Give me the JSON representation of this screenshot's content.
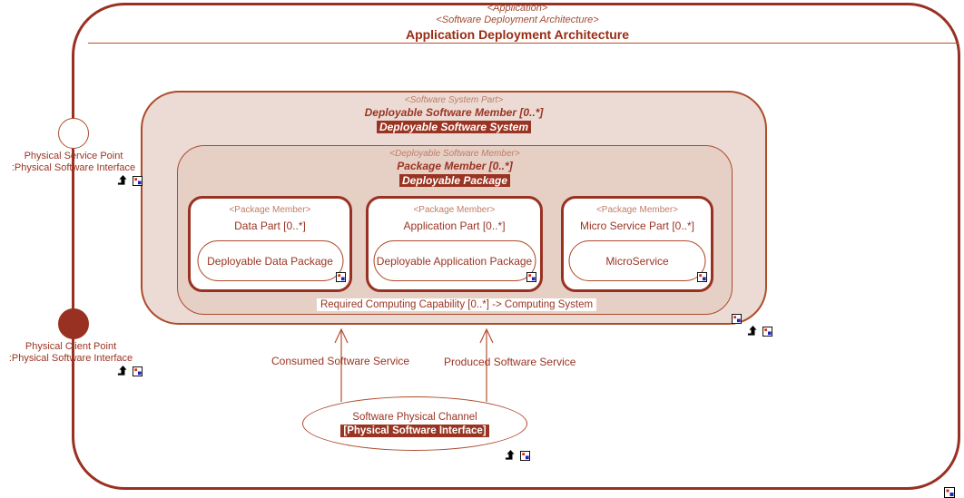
{
  "colors": {
    "dark_red": "#993122",
    "mid_red": "#ad4c2b",
    "stereotype_red": "#bd7e68",
    "system_fill": "#ecdbd4",
    "package_fill": "#e6cfc5",
    "chip_bg": "#9a3422"
  },
  "frame": {
    "stereotype1": "<Application>",
    "stereotype2": "<Software Deployment Architecture>",
    "title": "Application Deployment Architecture"
  },
  "service_point": {
    "line1": "Physical Service Point",
    "line2": ":Physical Software Interface"
  },
  "client_point": {
    "line1": "Physical Client Point",
    "line2": ":Physical Software Interface"
  },
  "system": {
    "stereotype": "<Software System Part>",
    "member": "Deployable Software Member [0..*]",
    "name": "Deployable Software System",
    "capability": "Required Computing Capability [0..*] -> Computing System"
  },
  "package": {
    "stereotype": "<Deployable Software Member>",
    "member": "Package Member [0..*]",
    "name": "Deployable Package"
  },
  "parts": [
    {
      "stereotype": "<Package Member>",
      "label": "Data Part [0..*]",
      "artifact": "Deployable Data Package"
    },
    {
      "stereotype": "<Package Member>",
      "label": "Application Part [0..*]",
      "artifact": "Deployable Application Package"
    },
    {
      "stereotype": "<Package Member>",
      "label": "Micro Service Part [0..*]",
      "artifact": "MicroService"
    }
  ],
  "flows": [
    {
      "label": "Consumed Software Service"
    },
    {
      "label": "Produced Software Service"
    }
  ],
  "channel": {
    "line1": "Software Physical Channel",
    "line2": "[Physical Software Interface]"
  },
  "icons": {
    "navigate": "navigate-up-arrow-icon",
    "element": "model-element-icon"
  }
}
